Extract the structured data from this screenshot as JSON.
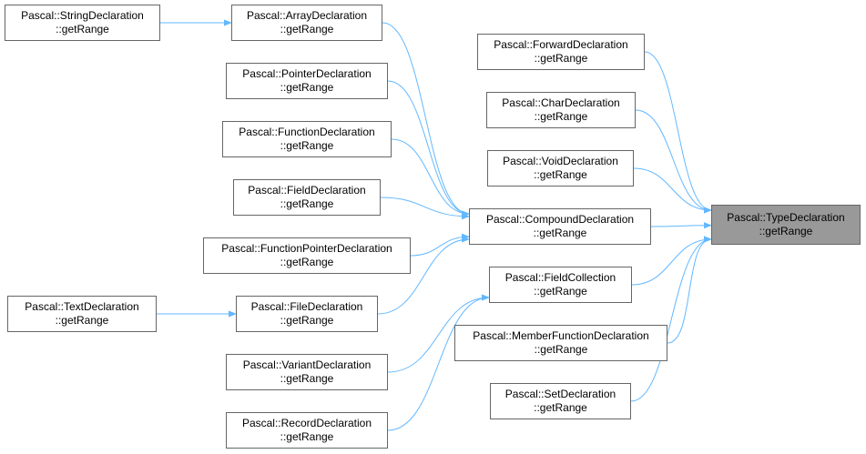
{
  "colors": {
    "edge": "#63b8ff",
    "node_border": "#666666",
    "focus_fill": "#999999"
  },
  "nodes": {
    "type_decl": {
      "line1": "Pascal::TypeDeclaration",
      "line2": "::getRange"
    },
    "compound_decl": {
      "line1": "Pascal::CompoundDeclaration",
      "line2": "::getRange"
    },
    "forward_decl": {
      "line1": "Pascal::ForwardDeclaration",
      "line2": "::getRange"
    },
    "char_decl": {
      "line1": "Pascal::CharDeclaration",
      "line2": "::getRange"
    },
    "void_decl": {
      "line1": "Pascal::VoidDeclaration",
      "line2": "::getRange"
    },
    "field_collection": {
      "line1": "Pascal::FieldCollection",
      "line2": "::getRange"
    },
    "member_func_decl": {
      "line1": "Pascal::MemberFunctionDeclaration",
      "line2": "::getRange"
    },
    "set_decl": {
      "line1": "Pascal::SetDeclaration",
      "line2": "::getRange"
    },
    "array_decl": {
      "line1": "Pascal::ArrayDeclaration",
      "line2": "::getRange"
    },
    "pointer_decl": {
      "line1": "Pascal::PointerDeclaration",
      "line2": "::getRange"
    },
    "function_decl": {
      "line1": "Pascal::FunctionDeclaration",
      "line2": "::getRange"
    },
    "field_decl": {
      "line1": "Pascal::FieldDeclaration",
      "line2": "::getRange"
    },
    "func_ptr_decl": {
      "line1": "Pascal::FunctionPointerDeclaration",
      "line2": "::getRange"
    },
    "file_decl": {
      "line1": "Pascal::FileDeclaration",
      "line2": "::getRange"
    },
    "variant_decl": {
      "line1": "Pascal::VariantDeclaration",
      "line2": "::getRange"
    },
    "record_decl": {
      "line1": "Pascal::RecordDeclaration",
      "line2": "::getRange"
    },
    "string_decl": {
      "line1": "Pascal::StringDeclaration",
      "line2": "::getRange"
    },
    "text_decl": {
      "line1": "Pascal::TextDeclaration",
      "line2": "::getRange"
    }
  },
  "edges": [
    [
      "forward_decl",
      "type_decl"
    ],
    [
      "char_decl",
      "type_decl"
    ],
    [
      "void_decl",
      "type_decl"
    ],
    [
      "compound_decl",
      "type_decl"
    ],
    [
      "field_collection",
      "type_decl"
    ],
    [
      "member_func_decl",
      "type_decl"
    ],
    [
      "set_decl",
      "type_decl"
    ],
    [
      "array_decl",
      "compound_decl"
    ],
    [
      "pointer_decl",
      "compound_decl"
    ],
    [
      "function_decl",
      "compound_decl"
    ],
    [
      "field_decl",
      "compound_decl"
    ],
    [
      "func_ptr_decl",
      "compound_decl"
    ],
    [
      "file_decl",
      "compound_decl"
    ],
    [
      "variant_decl",
      "field_collection"
    ],
    [
      "record_decl",
      "field_collection"
    ],
    [
      "string_decl",
      "array_decl"
    ],
    [
      "text_decl",
      "file_decl"
    ]
  ]
}
